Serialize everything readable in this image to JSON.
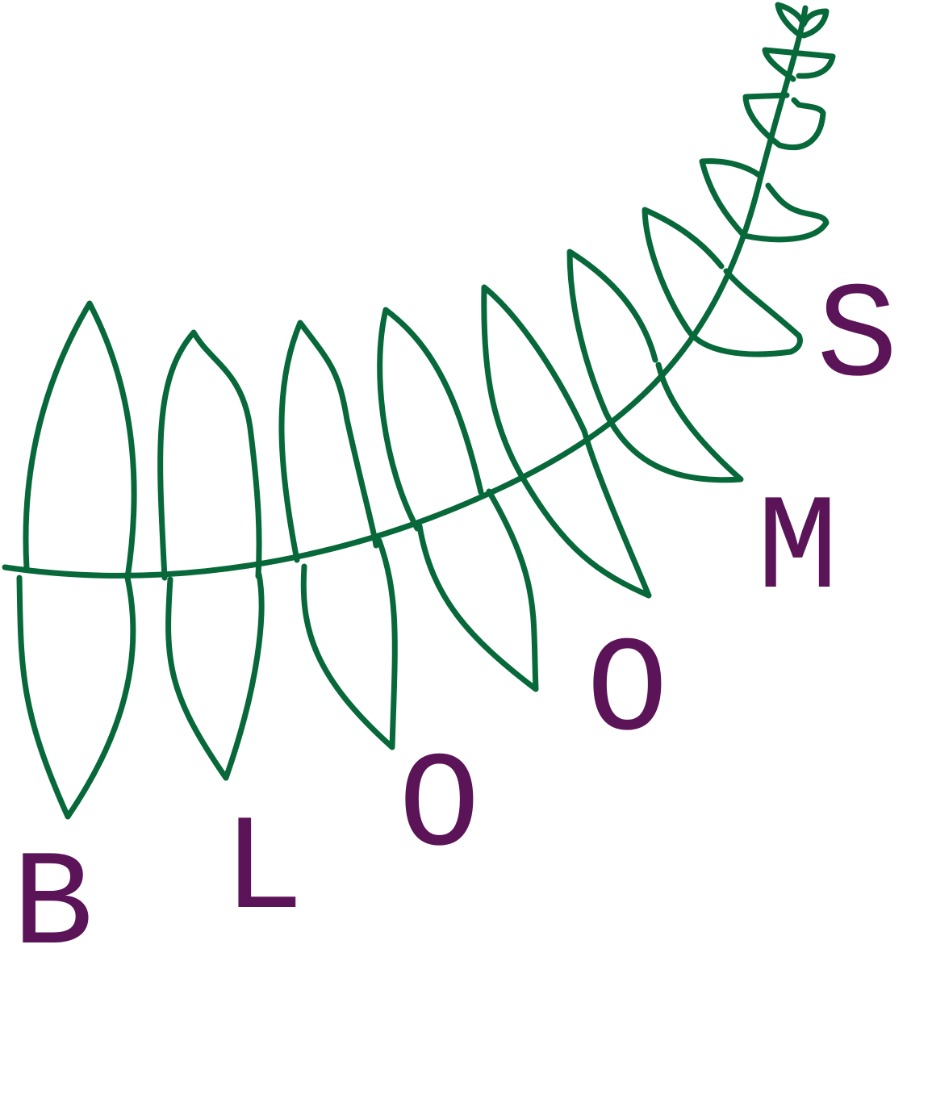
{
  "logo": {
    "letters": [
      "B",
      "L",
      "O",
      "O",
      "M",
      "S"
    ],
    "colors": {
      "fern": "#07683a",
      "text": "#5b1457",
      "background": "#ffffff"
    },
    "icon": "fern-frond-icon"
  }
}
